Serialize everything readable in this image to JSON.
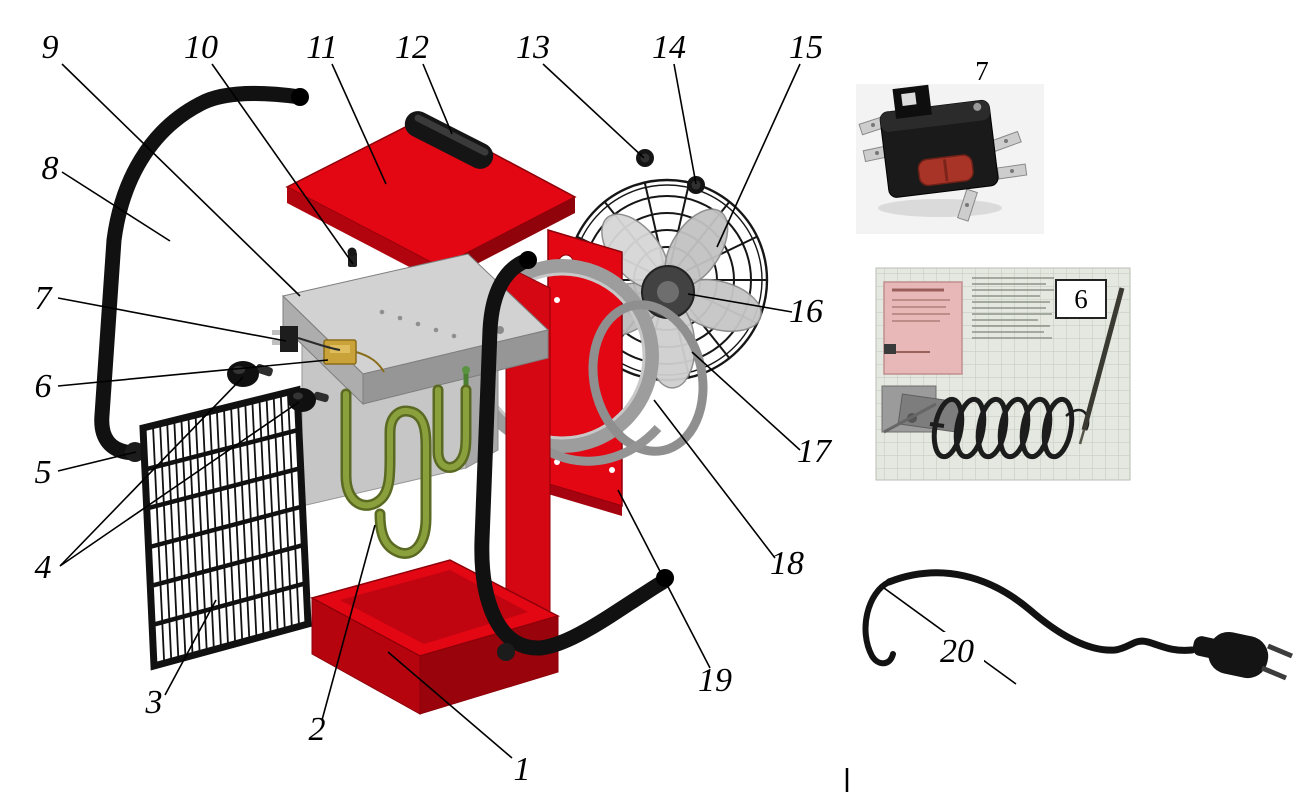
{
  "figure": {
    "kind": "exploded-parts-diagram",
    "subject": "fan heater exploded view with numbered parts"
  },
  "callouts": [
    {
      "label": "1"
    },
    {
      "label": "2"
    },
    {
      "label": "3"
    },
    {
      "label": "4"
    },
    {
      "label": "5"
    },
    {
      "label": "6"
    },
    {
      "label": "7"
    },
    {
      "label": "8"
    },
    {
      "label": "9"
    },
    {
      "label": "10"
    },
    {
      "label": "11"
    },
    {
      "label": "12"
    },
    {
      "label": "13"
    },
    {
      "label": "14"
    },
    {
      "label": "15"
    },
    {
      "label": "16"
    },
    {
      "label": "17"
    },
    {
      "label": "18"
    },
    {
      "label": "19"
    }
  ],
  "insets": {
    "switch": {
      "label": "7"
    },
    "thermostat": {
      "label": "6"
    },
    "cord": {
      "label": "20"
    }
  },
  "colors": {
    "housing_red": "#e30613",
    "housing_red_dark": "#a50310",
    "panel_gray": "#d2d2d2",
    "element_green": "#8aa03c",
    "handle_black": "#111111",
    "thermostat_brass": "#c9a23a",
    "switch_knob_red": "#a83427"
  }
}
